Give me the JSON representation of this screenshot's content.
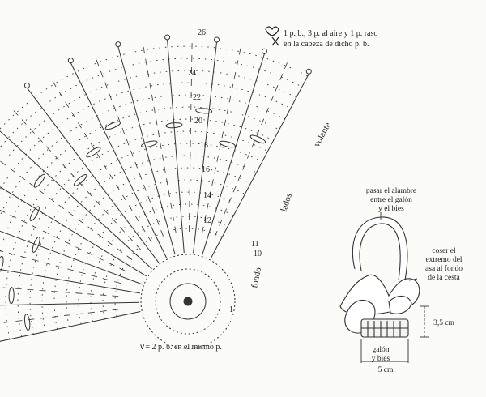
{
  "legend": {
    "picot_line1": "1 p. b., 3 p. al aire y 1 p. raso",
    "picot_line2": "en la cabeza de dicho p. b.",
    "increase": "∨= 2 p. b. en el mismo p."
  },
  "row_numbers": [
    "26",
    "24",
    "22",
    "20",
    "18",
    "16",
    "14",
    "12",
    "11",
    "10"
  ],
  "section_labels": {
    "volante": "volante",
    "lados": "lados",
    "fondo": "fondo",
    "one": "1"
  },
  "basket": {
    "wire_note": [
      "pasar el alambre",
      "entre el galón",
      "y el bies"
    ],
    "sew_note": [
      "coser el",
      "extremo del",
      "asa al fondo",
      "de la cesta"
    ],
    "height": "3,5 cm",
    "band_note": [
      "galón",
      "y bies"
    ],
    "width": "5 cm"
  },
  "colors": {
    "ink": "#222222",
    "paper": "#fbfbf8"
  }
}
